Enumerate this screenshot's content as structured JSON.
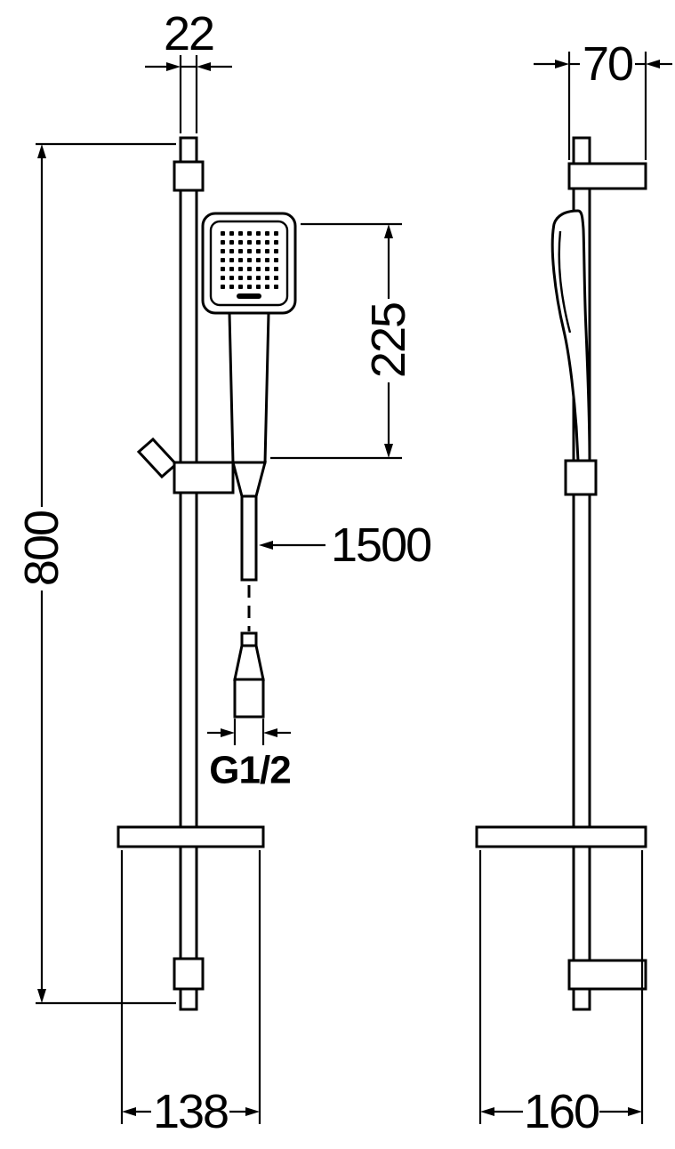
{
  "dimensions": {
    "rail_width": "22",
    "bracket_depth": "70",
    "rail_height": "800",
    "hand_shower_length": "225",
    "hose_length": "1500",
    "hose_thread": "G1/2",
    "tray_width_front": "138",
    "tray_depth_side": "160"
  }
}
